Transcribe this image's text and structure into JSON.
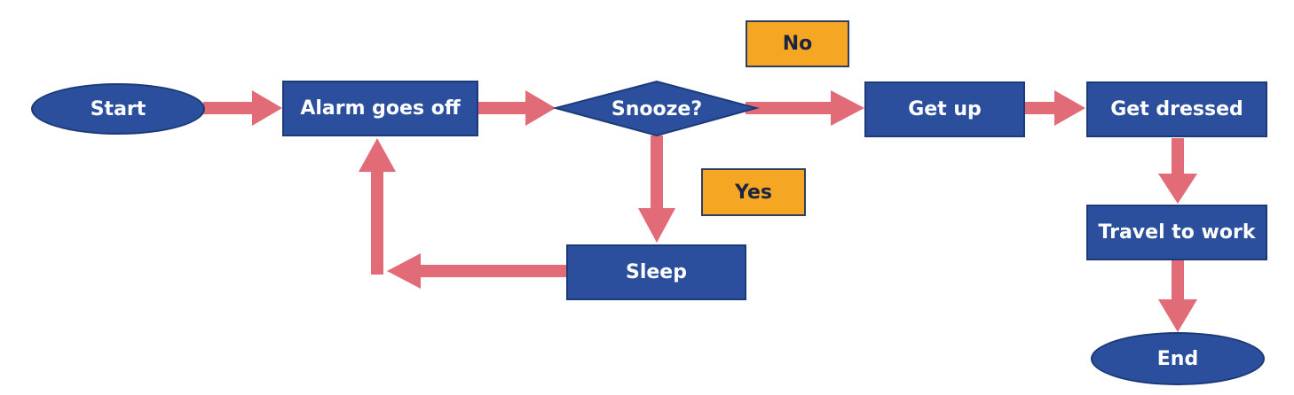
{
  "nodes": {
    "start": "Start",
    "alarm": "Alarm goes off",
    "snooze": "Snooze?",
    "get_up": "Get up",
    "get_dressed": "Get dressed",
    "travel": "Travel to work",
    "sleep": "Sleep",
    "end": "End"
  },
  "branch_labels": {
    "no": "No",
    "yes": "Yes"
  },
  "edges": [
    {
      "from": "Start",
      "to": "Alarm goes off"
    },
    {
      "from": "Alarm goes off",
      "to": "Snooze?"
    },
    {
      "from": "Snooze?",
      "to": "Get up",
      "label": "No"
    },
    {
      "from": "Snooze?",
      "to": "Sleep",
      "label": "Yes"
    },
    {
      "from": "Sleep",
      "to": "Alarm goes off"
    },
    {
      "from": "Get up",
      "to": "Get dressed"
    },
    {
      "from": "Get dressed",
      "to": "Travel to work"
    },
    {
      "from": "Travel to work",
      "to": "End"
    }
  ],
  "colors": {
    "node_fill": "#2b4f9c",
    "node_border": "#1d3a78",
    "arrow": "#e16b76",
    "label_fill": "#f5a623"
  }
}
